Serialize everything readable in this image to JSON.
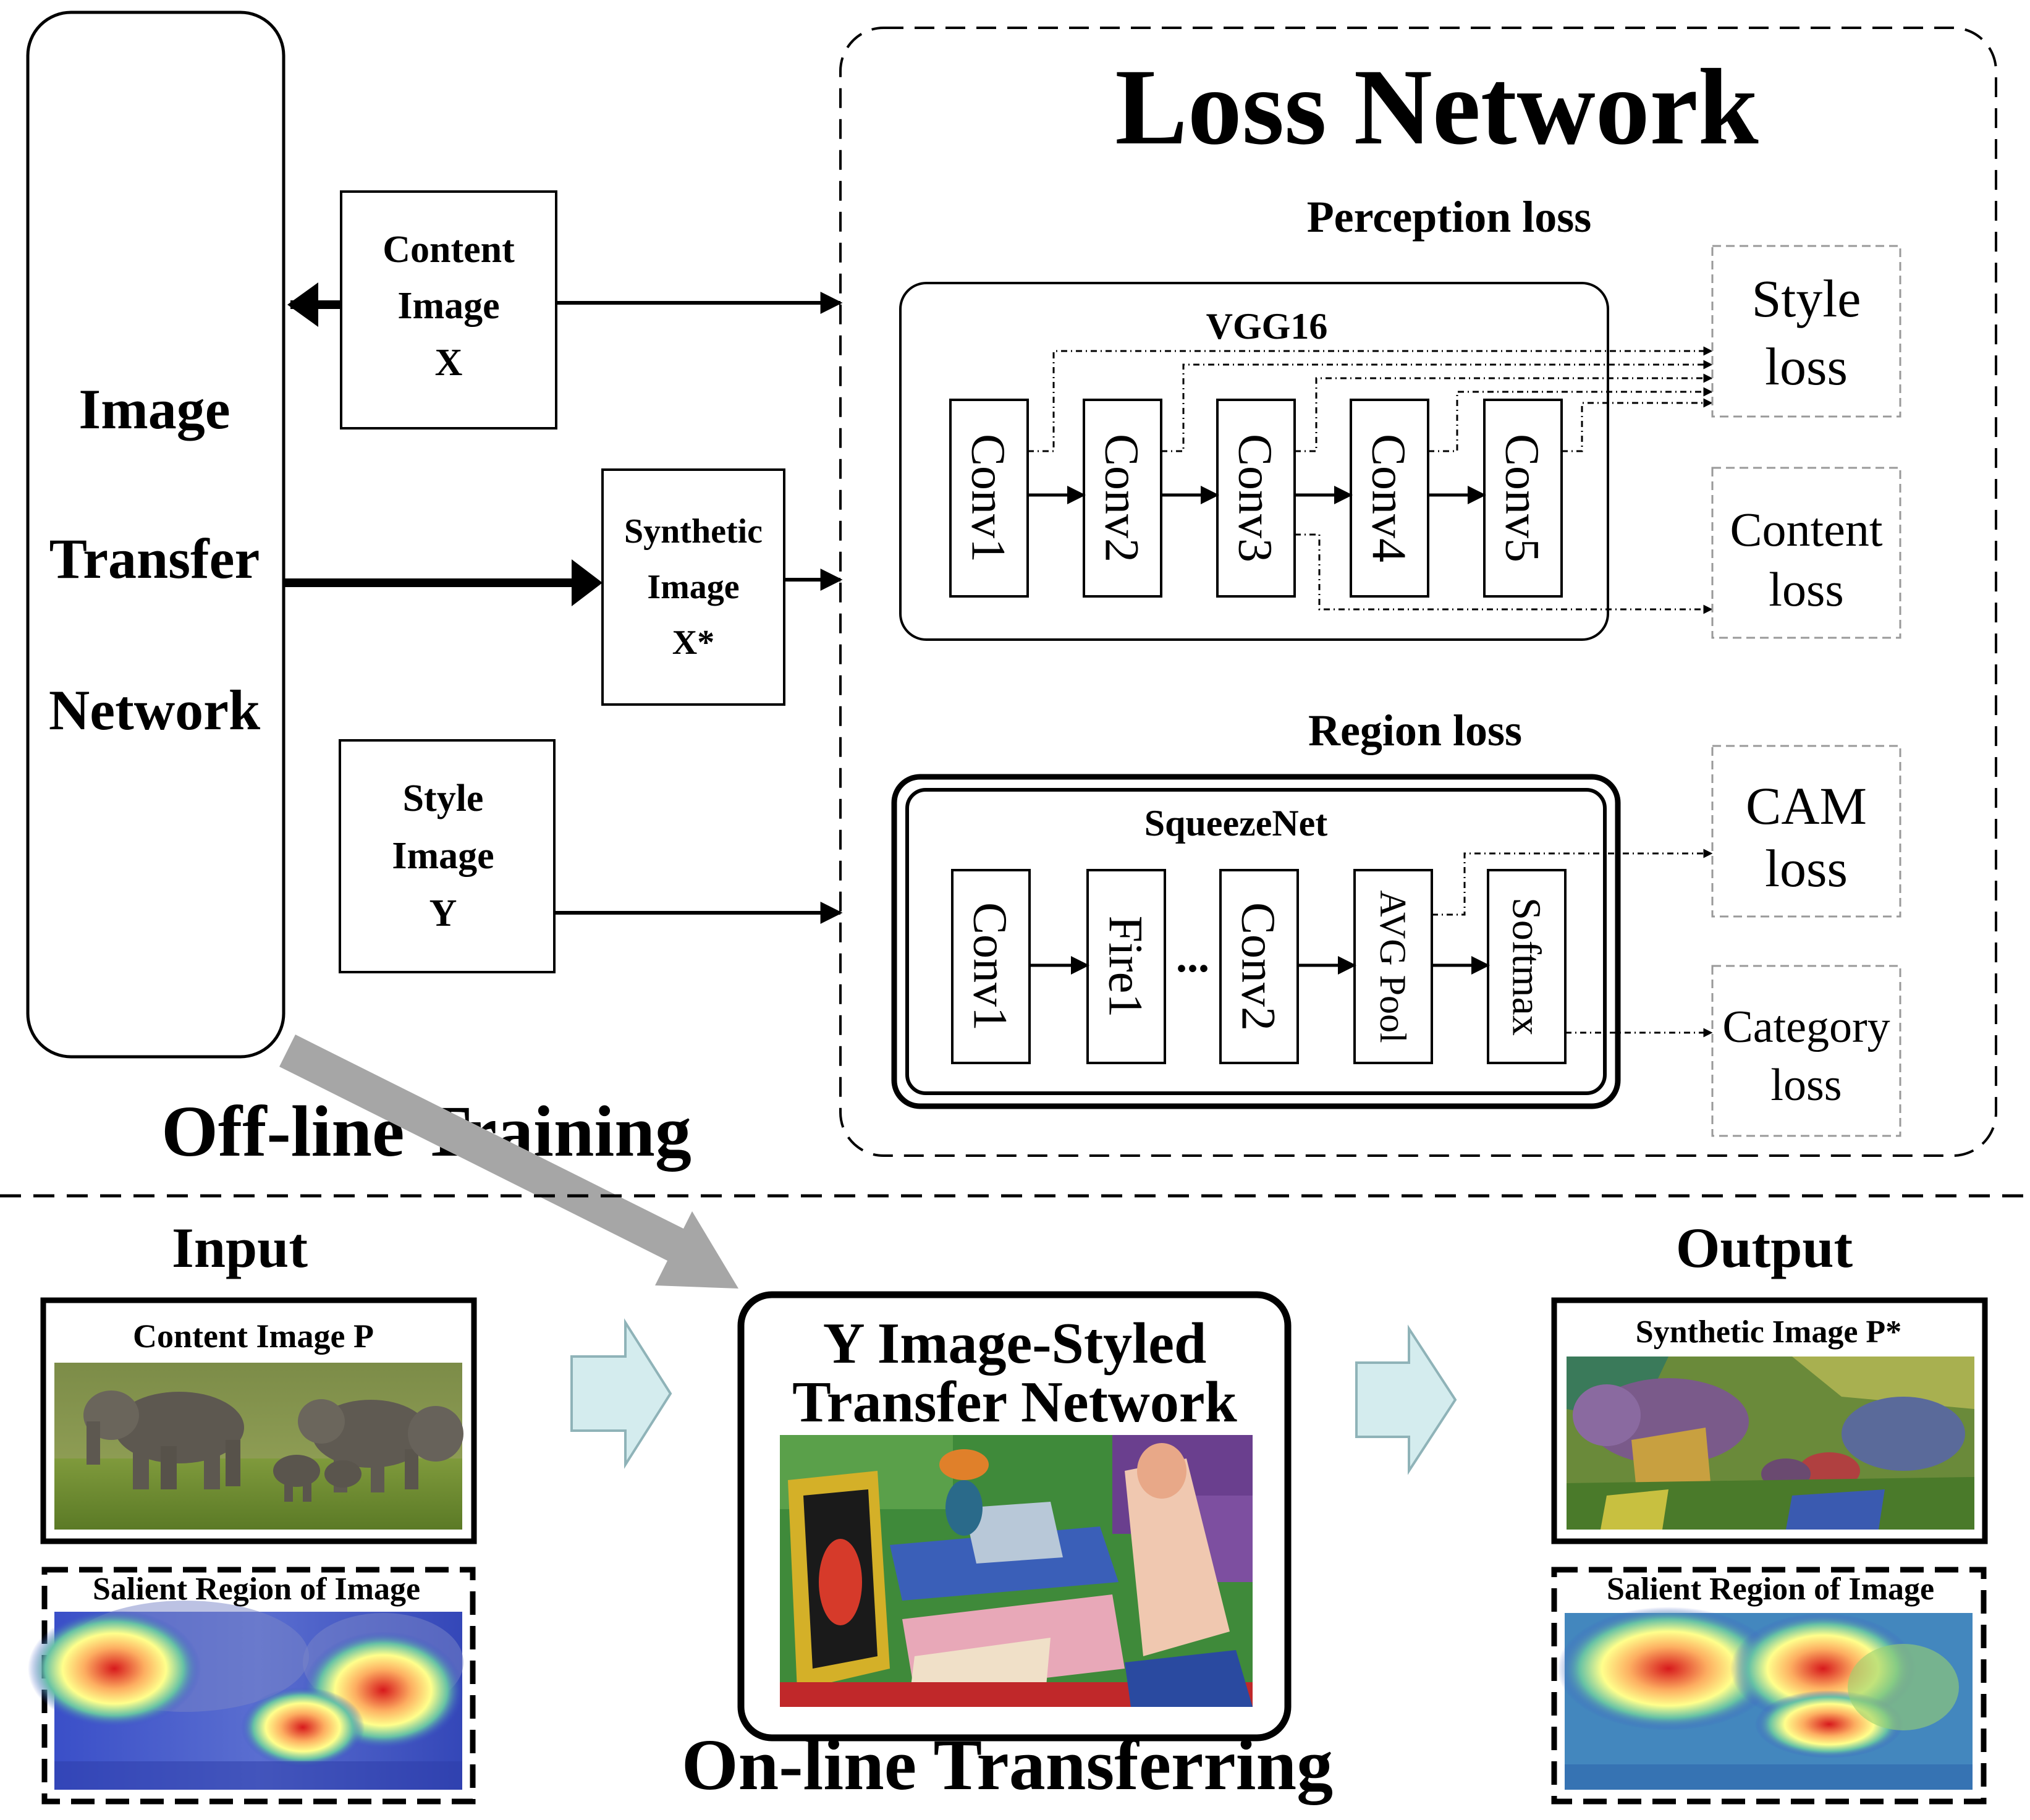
{
  "sections": {
    "offline_title": "Off-line Training",
    "online_title": "On-line Transferring"
  },
  "itn": {
    "line1": "Image",
    "line2": "Transfer",
    "line3": "Network"
  },
  "inputs": {
    "content": {
      "line1": "Content",
      "line2": "Image",
      "line3": "X"
    },
    "synthetic": {
      "line1": "Synthetic",
      "line2": "Image",
      "line3": "X*"
    },
    "style": {
      "line1": "Style",
      "line2": "Image",
      "line3": "Y"
    }
  },
  "loss_network": {
    "title": "Loss Network",
    "perception_label": "Perception loss",
    "vgg_label": "VGG16",
    "vgg_layers": [
      "Conv1",
      "Conv2",
      "Conv3",
      "Conv4",
      "Conv5"
    ],
    "region_label": "Region loss",
    "squeeze_label": "SqueezeNet",
    "squeeze_layers": [
      "Conv1",
      "Fire1",
      "Conv2",
      "AVG Pool",
      "Softmax"
    ],
    "ellipsis": "...",
    "losses": {
      "style": {
        "line1": "Style",
        "line2": "loss"
      },
      "content": {
        "line1": "Content",
        "line2": "loss"
      },
      "cam": {
        "line1": "CAM",
        "line2": "loss"
      },
      "category": {
        "line1": "Category",
        "line2": "loss"
      }
    }
  },
  "online": {
    "input_label": "Input",
    "output_label": "Output",
    "content_image_p": "Content Image P",
    "salient_input": "Salient Region of Image",
    "styled_net_line1": "Y Image-Styled",
    "styled_net_line2": "Transfer Network",
    "synthetic_image_p": "Synthetic  Image P*",
    "salient_output": "Salient Region of Image"
  },
  "colors": {
    "ink": "#000000",
    "gray_arrow": "#a6a6a6",
    "light_arrow_fill": "#d4ecee",
    "light_arrow_stroke": "#8fb3b8",
    "dashed_box": "#999999"
  }
}
